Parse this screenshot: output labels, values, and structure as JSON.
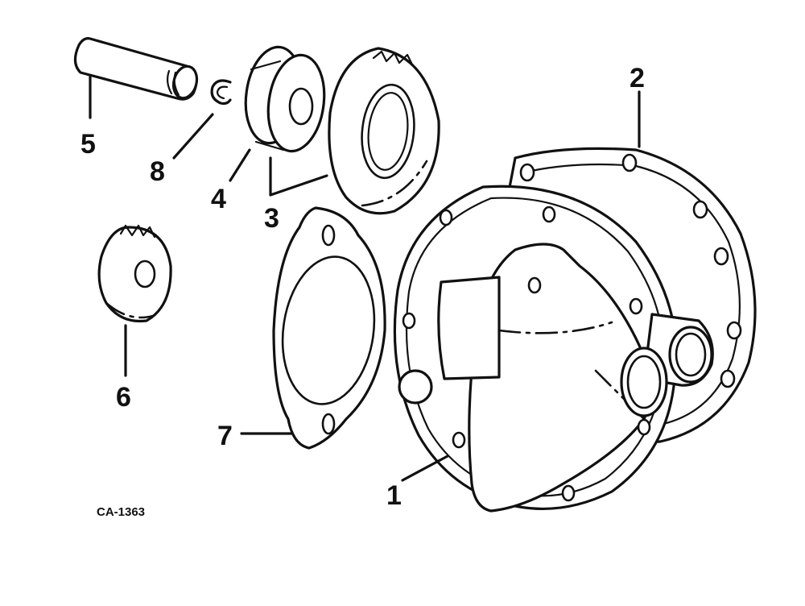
{
  "callouts": {
    "c1": "1",
    "c2": "2",
    "c3": "3",
    "c4": "4",
    "c5": "5",
    "c6": "6",
    "c7": "7",
    "c8": "8"
  },
  "drawing_code": "CA-1363"
}
